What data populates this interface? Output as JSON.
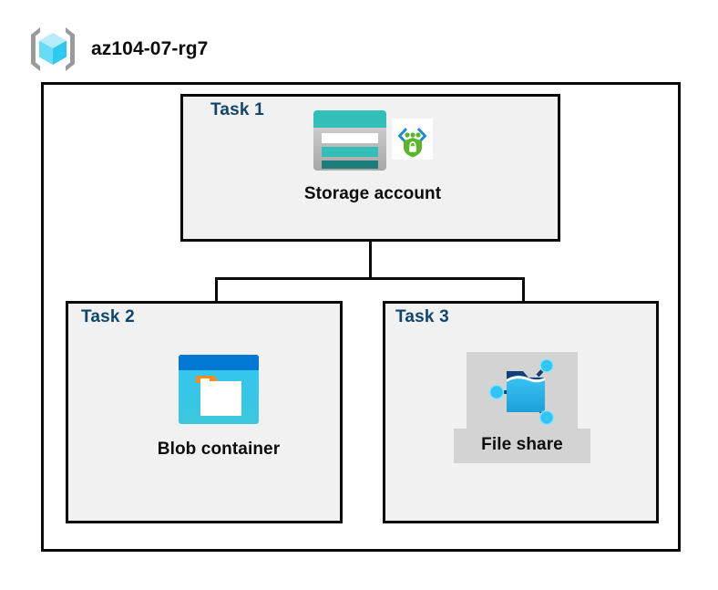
{
  "header": {
    "title": "az104-07-rg7",
    "icon": "resource-group-icon"
  },
  "diagram": {
    "type": "azure-architecture-diagram",
    "container_label": "az104-07-rg7",
    "tasks": [
      {
        "id": "task1",
        "task_label": "Task 1",
        "resource_label": "Storage account",
        "icons": [
          "storage-account-icon",
          "private-endpoint-icon"
        ],
        "highlighted": false
      },
      {
        "id": "task2",
        "task_label": "Task 2",
        "resource_label": "Blob container",
        "icons": [
          "blob-container-icon"
        ],
        "highlighted": false
      },
      {
        "id": "task3",
        "task_label": "Task 3",
        "resource_label": "File share",
        "icons": [
          "file-share-icon"
        ],
        "highlighted": true
      }
    ],
    "connections": [
      {
        "from": "Storage account",
        "to": "Blob container"
      },
      {
        "from": "Storage account",
        "to": "File share"
      }
    ]
  },
  "colors": {
    "task_label": "#10456e",
    "box_fill": "#f1f1f1",
    "box_border": "#0a0a0a",
    "highlight_fill": "#d3d3d3",
    "resource_group_cube": "#5ad8f7",
    "storage_teal": "#32bfb8",
    "blob_blue": "#32c5f4",
    "endpoint_green": "#5ab52a"
  }
}
